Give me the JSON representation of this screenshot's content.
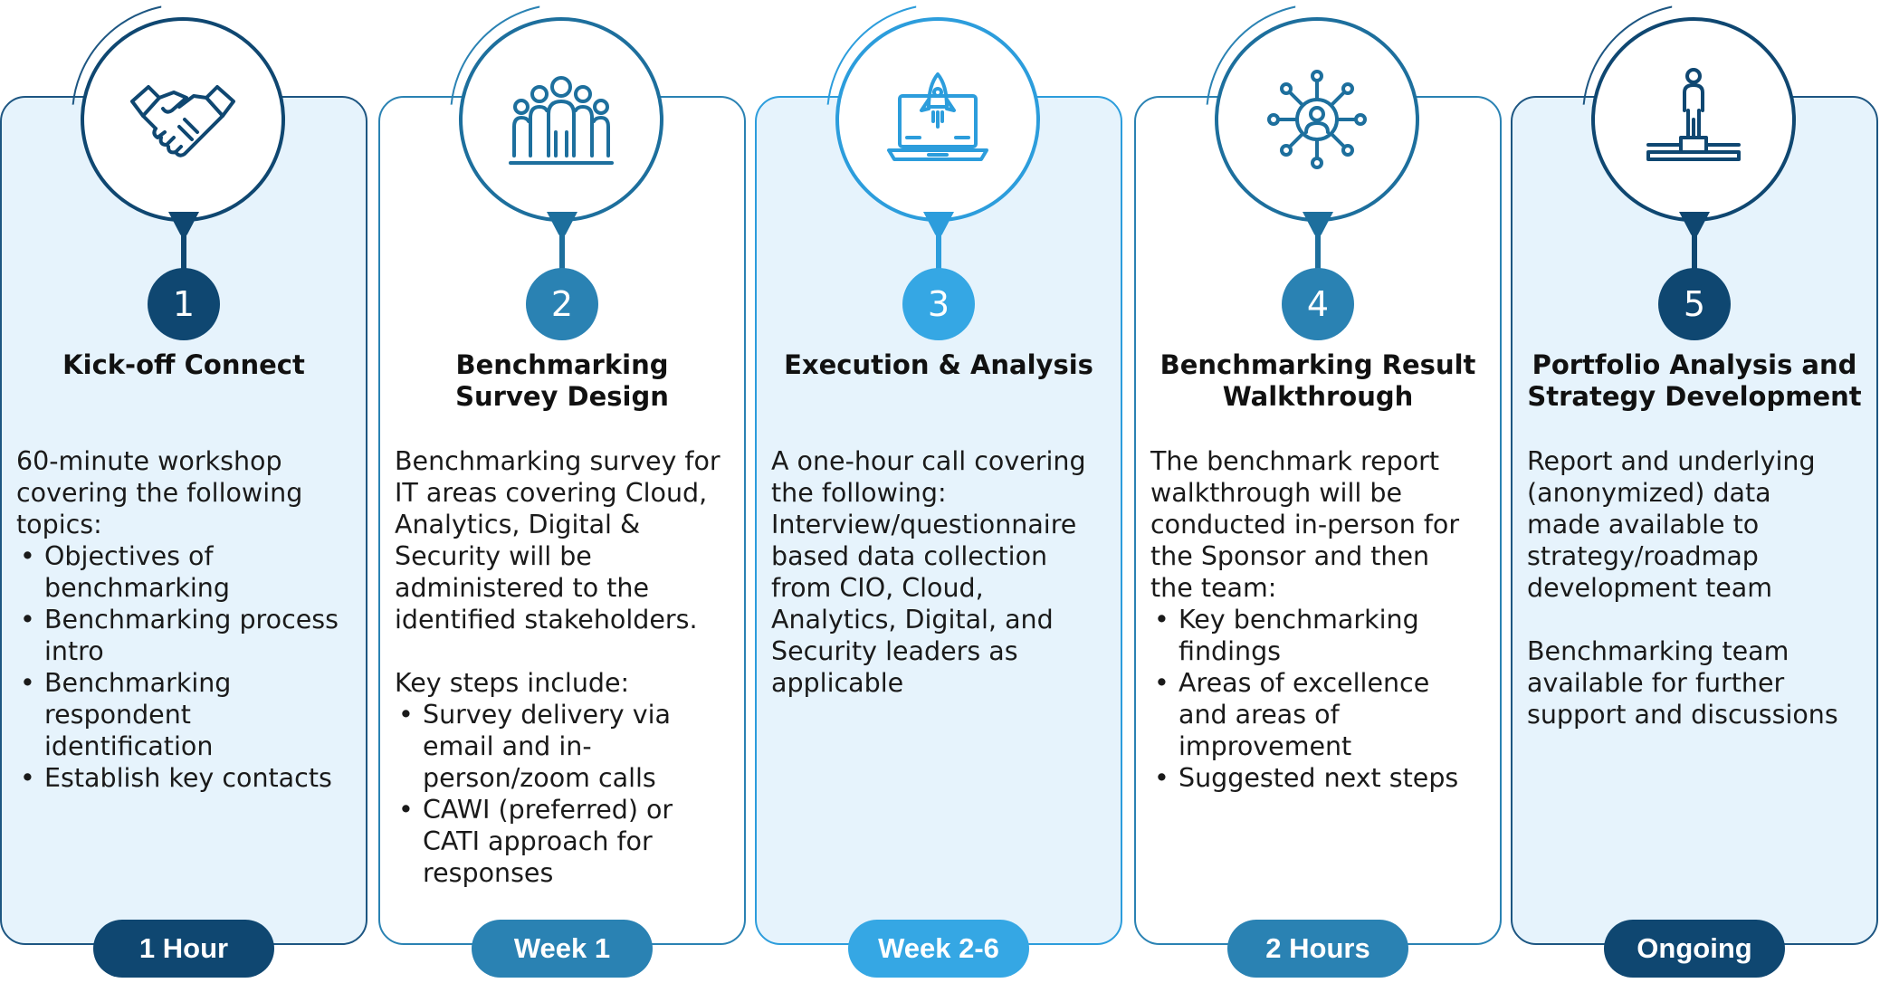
{
  "phases": [
    {
      "number": "1",
      "title": "Kick-off Connect",
      "icon": "handshake-icon",
      "intro": "60-minute workshop\ncovering the following\ntopics:",
      "bullets": [
        "Objectives of\nbenchmarking",
        "Benchmarking process\nintro",
        "Benchmarking\nrespondent\nidentification",
        "Establish key contacts"
      ],
      "duration": "1 Hour"
    },
    {
      "number": "2",
      "title": "Benchmarking\nSurvey Design",
      "icon": "team-icon",
      "intro": "Benchmarking survey for\nIT areas covering Cloud,\nAnalytics, Digital &\nSecurity will be\nadministered to the\nidentified stakeholders.",
      "subheading": "Key steps include:",
      "bullets": [
        "Survey delivery via\nemail and in-\nperson/zoom calls",
        "CAWI (preferred) or\nCATI approach for\nresponses"
      ],
      "duration": "Week 1"
    },
    {
      "number": "3",
      "title": "Execution & Analysis",
      "icon": "laptop-rocket-icon",
      "intro": "A one-hour call covering\nthe following:\nInterview/questionnaire\nbased data collection\nfrom CIO, Cloud,\nAnalytics, Digital, and\nSecurity leaders as\napplicable",
      "duration": "Week 2-6"
    },
    {
      "number": "4",
      "title": "Benchmarking Result\nWalkthrough",
      "icon": "network-person-icon",
      "intro": "The benchmark report\nwalkthrough will be\nconducted in-person for\nthe Sponsor and then\nthe team:",
      "bullets": [
        "Key benchmarking\nfindings",
        "Areas of excellence\nand areas of\nimprovement",
        "Suggested next steps"
      ],
      "duration": "2 Hours"
    },
    {
      "number": "5",
      "title": "Portfolio Analysis and\nStrategy Development",
      "icon": "podium-person-icon",
      "intro": "Report and underlying\n(anonymized) data\nmade available to\nstrategy/roadmap\ndevelopment team",
      "outro": "Benchmarking team\navailable for further\nsupport and discussions",
      "duration": "Ongoing"
    }
  ]
}
